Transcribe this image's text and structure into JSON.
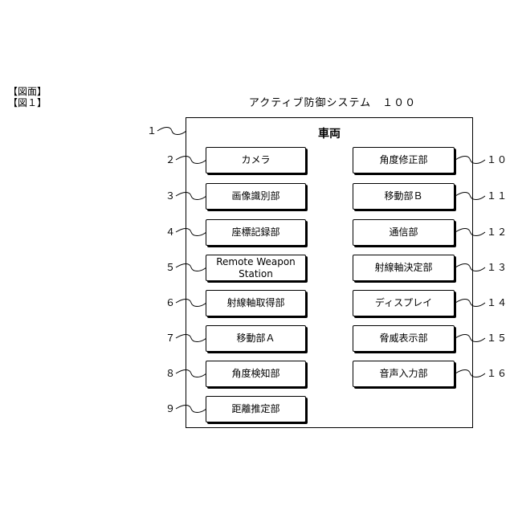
{
  "header": {
    "line1": "【図面】",
    "line2": "【図１】"
  },
  "figure": {
    "title": "アクティブ防御システム　１００",
    "vehicle_ref": "１",
    "vehicle_label": "車両"
  },
  "blocks_left": [
    {
      "ref": "２",
      "label": "カメラ"
    },
    {
      "ref": "３",
      "label": "画像識別部"
    },
    {
      "ref": "４",
      "label": "座標記録部"
    },
    {
      "ref": "５",
      "label": "Remote Weapon Station"
    },
    {
      "ref": "６",
      "label": "射線軸取得部"
    },
    {
      "ref": "７",
      "label": "移動部Ａ"
    },
    {
      "ref": "８",
      "label": "角度検知部"
    },
    {
      "ref": "９",
      "label": "距離推定部"
    }
  ],
  "blocks_right": [
    {
      "ref": "１０",
      "label": "角度修正部"
    },
    {
      "ref": "１１",
      "label": "移動部Ｂ"
    },
    {
      "ref": "１２",
      "label": "通信部"
    },
    {
      "ref": "１３",
      "label": "射線軸決定部"
    },
    {
      "ref": "１４",
      "label": "ディスプレイ"
    },
    {
      "ref": "１５",
      "label": "脅威表示部"
    },
    {
      "ref": "１６",
      "label": "音声入力部"
    }
  ]
}
